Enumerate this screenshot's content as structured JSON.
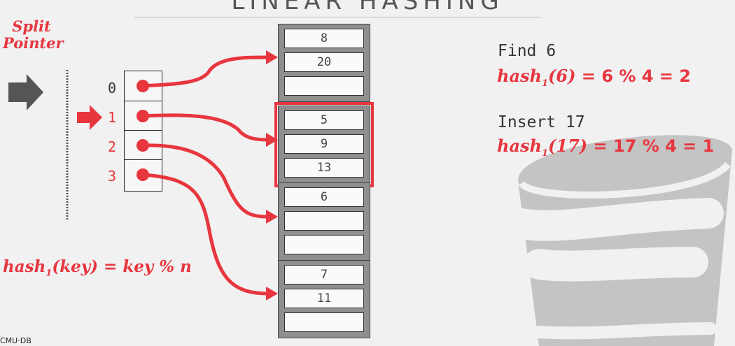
{
  "header": {
    "title": "LINEAR HASHING"
  },
  "split_pointer": {
    "label_line1": "Split",
    "label_line2": "Pointer",
    "points_to_index": 1
  },
  "directory": {
    "indexes": [
      "0",
      "1",
      "2",
      "3"
    ]
  },
  "buckets": [
    {
      "values": [
        "8",
        "20",
        ""
      ],
      "highlighted": false
    },
    {
      "values": [
        "5",
        "9",
        "13"
      ],
      "highlighted": true
    },
    {
      "values": [
        "6",
        "",
        ""
      ],
      "highlighted": false
    },
    {
      "values": [
        "7",
        "11",
        ""
      ],
      "highlighted": false
    }
  ],
  "operations": {
    "find": {
      "label": "Find 6",
      "hash_fn": "hash",
      "hash_sub": "1",
      "hash_arg": "(6)",
      "calc": "=  6 % 4 = 2"
    },
    "insert": {
      "label": "Insert 17",
      "hash_fn": "hash",
      "hash_sub": "1",
      "hash_arg": "(17)",
      "calc": "=  17 % 4 = 1"
    }
  },
  "formula": {
    "fn": "hash",
    "sub": "1",
    "rest": "(key) = key % n"
  },
  "footer": {
    "brand": "CMU·DB"
  },
  "colors": {
    "accent": "#e8363f",
    "bucket": "#8f8f8f",
    "logo": "#c4c4c4",
    "arrow": "#555555"
  }
}
